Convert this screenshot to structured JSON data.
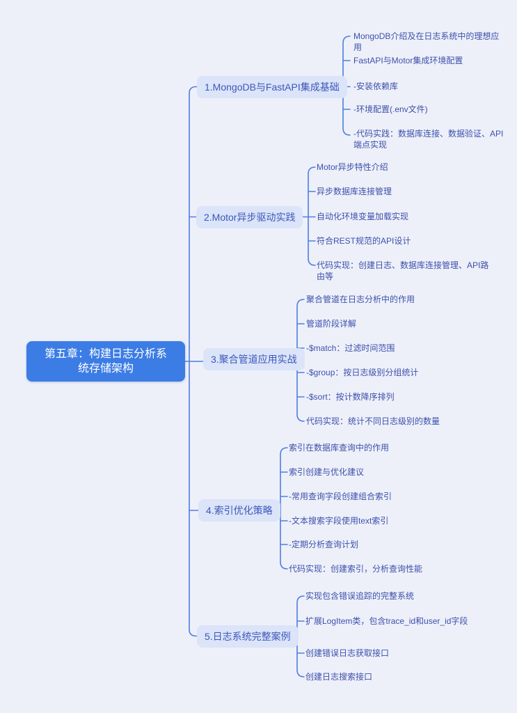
{
  "root": {
    "label": "第五章：构建日志分析系统存储架构"
  },
  "branches": [
    {
      "label": "1.MongoDB与FastAPI集成基础",
      "children": [
        "MongoDB介绍及在日志系统中的理想应用",
        "FastAPI与Motor集成环境配置",
        "-安装依赖库",
        "-环境配置(.env文件)",
        "-代码实践：数据库连接、数据验证、API端点实现"
      ]
    },
    {
      "label": "2.Motor异步驱动实践",
      "children": [
        "Motor异步特性介绍",
        "异步数据库连接管理",
        "自动化环境变量加载实现",
        "符合REST规范的API设计",
        "代码实现：创建日志、数据库连接管理、API路由等"
      ]
    },
    {
      "label": "3.聚合管道应用实战",
      "children": [
        "聚合管道在日志分析中的作用",
        "管道阶段详解",
        "-$match：过滤时间范围",
        "-$group：按日志级别分组统计",
        "-$sort：按计数降序排列",
        "代码实现：统计不同日志级别的数量"
      ]
    },
    {
      "label": "4.索引优化策略",
      "children": [
        "索引在数据库查询中的作用",
        "索引创建与优化建议",
        "-常用查询字段创建组合索引",
        "-文本搜索字段使用text索引",
        "-定期分析查询计划",
        "代码实现：创建索引，分析查询性能"
      ]
    },
    {
      "label": "5.日志系统完整案例",
      "children": [
        "实现包含错误追踪的完整系统",
        "扩展LogItem类，包含trace_id和user_id字段",
        "创建错误日志获取接口",
        "创建日志搜索接口"
      ]
    }
  ],
  "colors": {
    "background": "#eef0f9",
    "root_fill": "#3c7ce5",
    "root_text": "#ffffff",
    "branch_fill": "#dbe4f8",
    "branch_text": "#3c57ba",
    "leaf_text": "#3c50ac",
    "line": "#4d7ee2"
  }
}
